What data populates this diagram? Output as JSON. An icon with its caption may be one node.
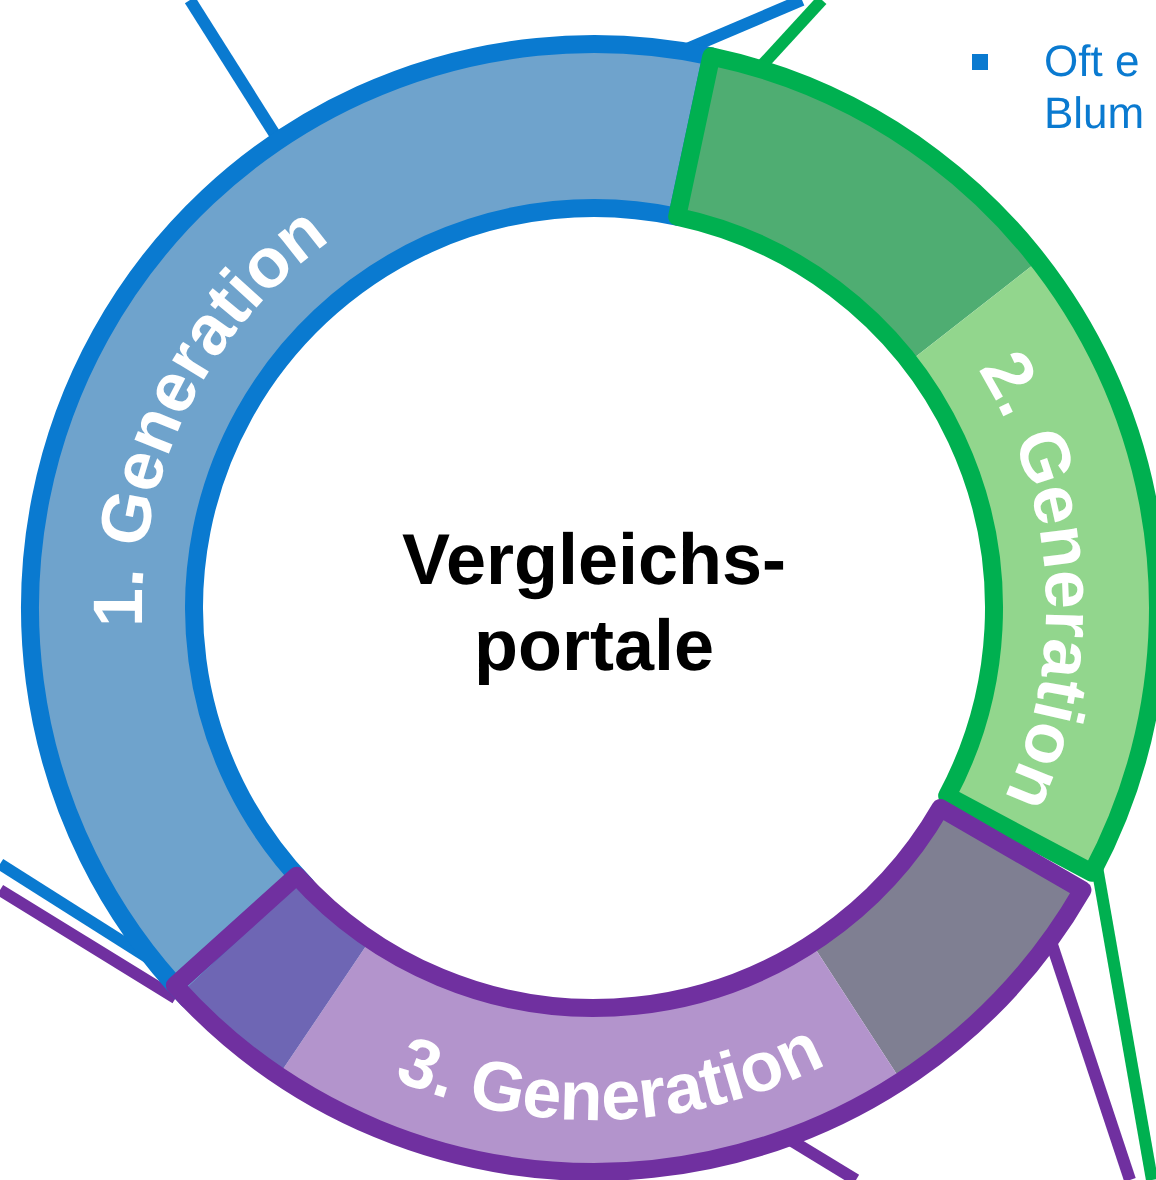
{
  "diagram": {
    "nodes": [
      {
        "text": [
          "Vergleichs- portale"
        ]
      },
      {
        "text": [
          "1. Generation"
        ]
      },
      {
        "text": [
          "2. Generation"
        ]
      },
      {
        "text": [
          "3. Generation"
        ]
      }
    ],
    "edges": [
      {
        "from": 1,
        "to": null,
        "arrow": "none"
      },
      {
        "from": 1,
        "to": null,
        "arrow": "none"
      },
      {
        "from": 2,
        "to": null,
        "arrow": "none",
        "color": "#00b050"
      },
      {
        "from": 1,
        "to": null,
        "arrow": "none"
      },
      {
        "from": 3,
        "to": null,
        "arrow": "none",
        "color": "#7030a0"
      },
      {
        "from": 3,
        "to": null,
        "arrow": "none",
        "color": "#7030a0"
      },
      {
        "from": 3,
        "to": null,
        "arrow": "none",
        "color": "#7030a0"
      },
      {
        "from": 2,
        "to": null,
        "arrow": "none",
        "color": "#00b050"
      }
    ],
    "labels": [
      "Oft e Blum"
    ]
  }
}
